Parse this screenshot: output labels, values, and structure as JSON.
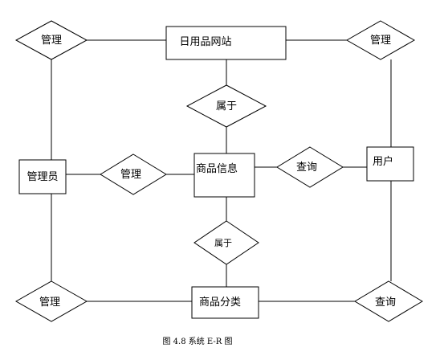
{
  "diagram": {
    "entities": {
      "website": "日用品网站",
      "admin": "管理员",
      "product_info": "商品信息",
      "user": "用户",
      "category": "商品分类"
    },
    "relationships": {
      "manage_top_left": "管理",
      "manage_top_right": "管理",
      "belongs_top": "属于",
      "manage_middle": "管理",
      "query_middle": "查询",
      "belongs_bottom": "属于",
      "manage_bottom_left": "管理",
      "query_bottom_right": "查询"
    },
    "caption": "图 4.8  系统 E-R 图"
  },
  "colors": {
    "stroke": "#000000",
    "fill": "#ffffff"
  }
}
